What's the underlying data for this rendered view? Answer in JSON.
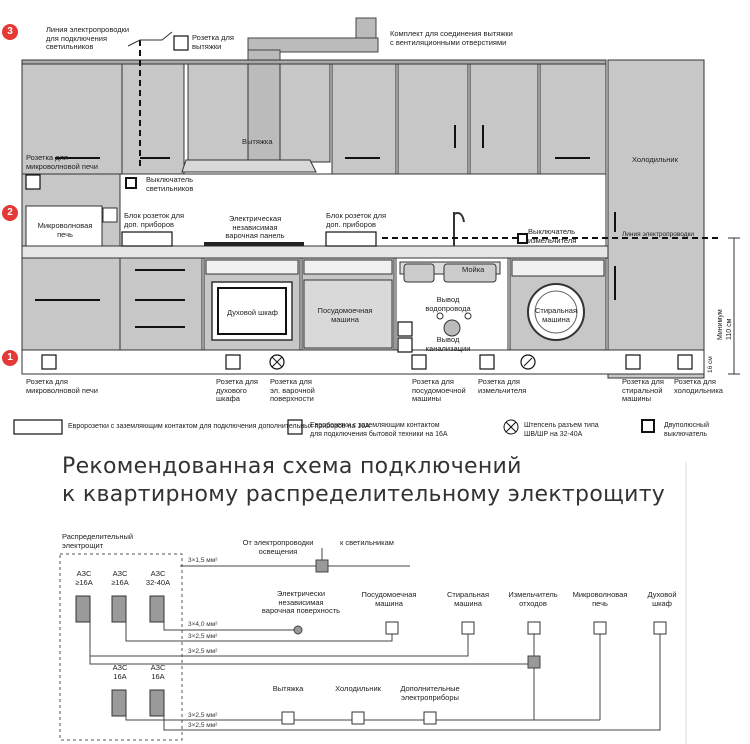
{
  "markers": {
    "m1": "1",
    "m2": "2",
    "m3": "3"
  },
  "kitchen": {
    "wiring_lights": "Линия электропроводки\nдля подключения\nсветильников",
    "hood_socket": "Розетка для\nвытяжки",
    "vent_kit": "Комплект для соединения вытяжки\nс вентиляционными отверстиями",
    "hood": "Вытяжка",
    "fridge": "Холодильник",
    "microwave_socket_top": "Розетка для\nмикроволновой печи",
    "light_switch": "Выключатель\nсветильников",
    "microwave": "Микроволновая\nпечь",
    "socket_block_left": "Блок розеток для\nдоп. приборов",
    "hob": "Электрическая\nнезависимая\nварочная панель",
    "socket_block_right": "Блок розеток для\nдоп. приборов",
    "shredder_switch": "Выключатель\nизмельчителя",
    "wiring_line": "Линия электропроводки",
    "sink": "Мойка",
    "oven": "Духовой шкаф",
    "dishwasher": "Посудомоечная\nмашина",
    "water_outlet": "Вывод\nводопровода",
    "sewer_outlet": "Вывод\nканализации",
    "washer": "Стиральная\nмашина",
    "height": "Минимум 110 см",
    "height_small": "16 см",
    "bottom_labels": [
      "Розетка для\nмикроволновой печи",
      "Розетка для\nдухового\nшкафа",
      "Розетка для\nэл. варочной\nповерхности",
      "Розетка для\nпосудомоечной\nмашины",
      "Розетка для\nизмельчителя",
      "Розетка для\nстиральной\nмашины",
      "Розетка для\nхолодильника"
    ]
  },
  "legend": {
    "euro_triple": "Евророзетки с заземляющим контактом для\nподключения дополнительных приборов на 16А",
    "euro_single": "Евророзетки с заземляющим контактом\nдля подключения бытовой техники на 16А",
    "plug": "Штепсель разъем типа\nШВ/ШР на 32-40А",
    "switch": "Двуполюсный\nвыключатель"
  },
  "scheme": {
    "title_line1": "Рекомендованная схема подключений",
    "title_line2": "к квартирному распределительному электрощиту",
    "panel": "Распределительный\nэлектрощит",
    "breakers_top": [
      "АЗС\n≥16А",
      "АЗС\n≥16А",
      "АЗС\n32-40А"
    ],
    "breakers_bottom": [
      "АЗС\n16А",
      "АЗС\n16А"
    ],
    "from_lighting": "От электропроводки\nосвещения",
    "to_lamps": "к светильникам",
    "wires": [
      "3×1,5 мм²",
      "3×4,0 мм²",
      "3×2,5 мм²",
      "3×2,5 мм²",
      "3×2,5 мм²",
      "3×2,5 мм²"
    ],
    "consumers": [
      "Электрически\nнезависимая\nварочная поверхность",
      "Посудомоечная\nмашина",
      "Стиральная\nмашина",
      "Измельчитель\nотходов",
      "Микроволновая\nпечь",
      "Духовой\nшкаф"
    ],
    "consumers_bottom": [
      "Вытяжка",
      "Холодильник",
      "Дополнительные\nэлектроприборы"
    ]
  }
}
